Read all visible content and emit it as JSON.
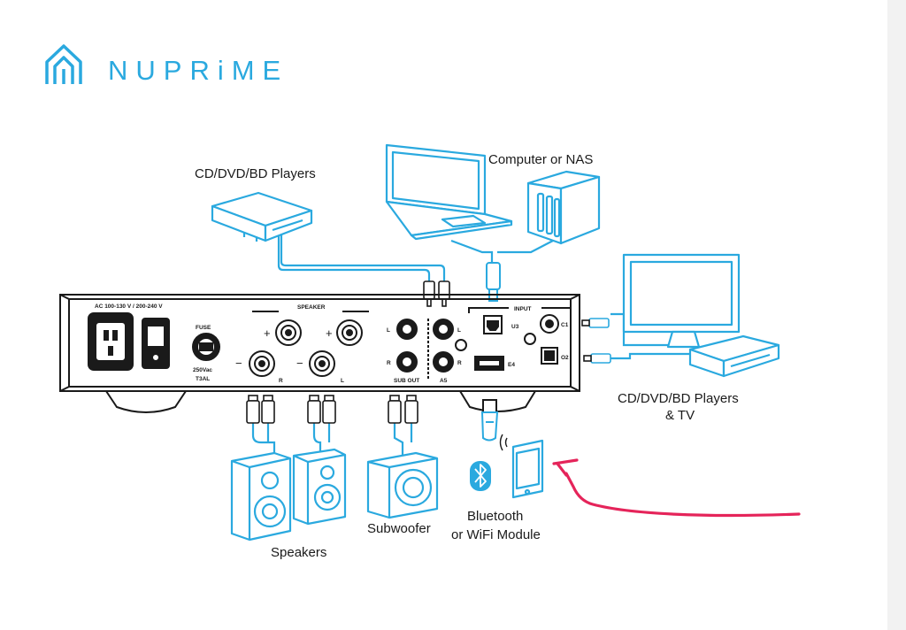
{
  "brand": {
    "name": "NUPRiME",
    "color": "#2aa9df"
  },
  "labels": {
    "cd_players_top": "CD/DVD/BD Players",
    "computer_nas": "Computer or NAS",
    "cd_players_tv_line1": "CD/DVD/BD Players",
    "cd_players_tv_line2": "& TV",
    "speakers": "Speakers",
    "subwoofer": "Subwoofer",
    "bt_line1": "Bluetooth",
    "bt_line2": "or WiFi Module"
  },
  "panel": {
    "ac": "AC 100-130 V / 200-240 V",
    "fuse": "FUSE",
    "fuse_rating": "250Vac",
    "fuse_type": "T3AL",
    "speaker": "SPEAKER",
    "plus": "+",
    "minus": "−",
    "r": "R",
    "l": "L",
    "sub_out": "SUB OUT",
    "a5": "A5",
    "input": "INPUT",
    "u3": "U3",
    "c1": "C1",
    "o2": "O2",
    "e4": "E4"
  },
  "colors": {
    "line": "#2aa9df",
    "outline": "#1a1a1a",
    "annotation": "#e5245a"
  },
  "icons": [
    "nuprime-logo-icon",
    "bluetooth-icon",
    "wifi-signal-icon",
    "usb-icon"
  ]
}
